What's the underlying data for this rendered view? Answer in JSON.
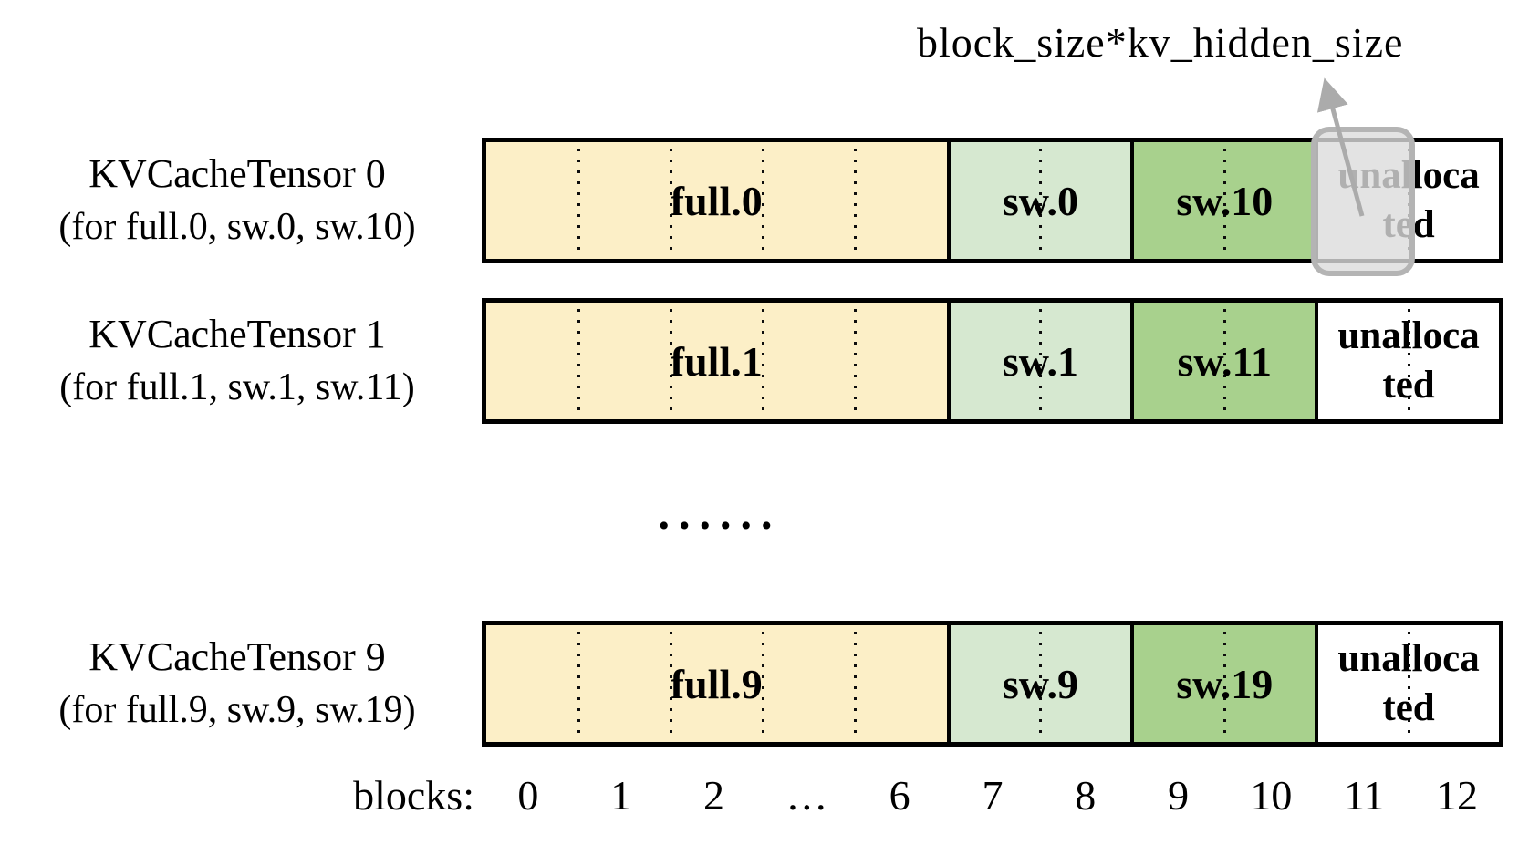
{
  "annotation": {
    "label": "block_size*kv_hidden_size"
  },
  "rows": [
    {
      "name": "KVCacheTensor 0",
      "sub": "(for full.0, sw.0, sw.10)",
      "highlighted_block": 11,
      "segments": [
        {
          "label": "full.0",
          "block_span": [
            0,
            6
          ]
        },
        {
          "label": "sw.0",
          "block_span": [
            7,
            8
          ]
        },
        {
          "label": "sw.10",
          "block_span": [
            9,
            10
          ]
        },
        {
          "label": "unallocated",
          "lines": [
            "unalloca",
            "ted"
          ],
          "block_span": [
            11,
            12
          ]
        }
      ]
    },
    {
      "name": "KVCacheTensor 1",
      "sub": "(for full.1, sw.1, sw.11)",
      "segments": [
        {
          "label": "full.1",
          "block_span": [
            0,
            6
          ]
        },
        {
          "label": "sw.1",
          "block_span": [
            7,
            8
          ]
        },
        {
          "label": "sw.11",
          "block_span": [
            9,
            10
          ]
        },
        {
          "label": "unallocated",
          "lines": [
            "unalloca",
            "ted"
          ],
          "block_span": [
            11,
            12
          ]
        }
      ]
    },
    {
      "name": "KVCacheTensor 9",
      "sub": "(for full.9, sw.9, sw.19)",
      "segments": [
        {
          "label": "full.9",
          "block_span": [
            0,
            6
          ]
        },
        {
          "label": "sw.9",
          "block_span": [
            7,
            8
          ]
        },
        {
          "label": "sw.19",
          "block_span": [
            9,
            10
          ]
        },
        {
          "label": "unallocated",
          "lines": [
            "unalloca",
            "ted"
          ],
          "block_span": [
            11,
            12
          ]
        }
      ]
    }
  ],
  "ellipsis": "......",
  "axis": {
    "label": "blocks:",
    "ticks": [
      "0",
      "1",
      "2",
      "…",
      "6",
      "7",
      "8",
      "9",
      "10",
      "11",
      "12"
    ]
  },
  "colors": {
    "seg-full": "#FCEFC7",
    "seg-sw-light": "#D6E8D0",
    "seg-sw-dark": "#A8D18D",
    "seg-unallocated": "#FFFFFF",
    "highlight-fill": "#DCDCDC",
    "highlight-border": "#B4B4B4",
    "arrow": "#ABABAB",
    "border": "#000000"
  }
}
